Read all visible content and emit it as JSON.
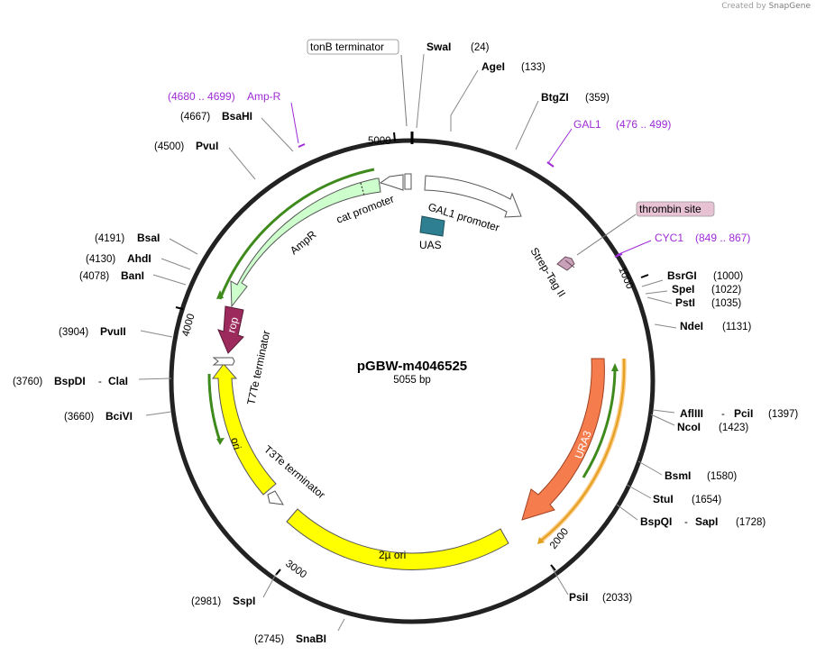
{
  "brand": {
    "created_by": "Created by",
    "product": "SnapGene"
  },
  "plasmid": {
    "name": "pGBW-m4046525",
    "length_label": "5055 bp"
  },
  "colors": {
    "backbone": "#222222",
    "primer": "#9d2bd6",
    "gal1_promoter": "#ffffff",
    "uas": "#2e7f91",
    "strep_tag": "#c9a2b9",
    "ura3": "#f57d4d",
    "two_micron_ori": "#ffff00",
    "ori": "#ffff00",
    "rop": "#9d2a5c",
    "ampr": "#ccffcc",
    "thrombin_bg": "#e6c2d3",
    "orf_line": "#55aa22"
  },
  "ticks": [
    {
      "label": "1000"
    },
    {
      "label": "2000"
    },
    {
      "label": "3000"
    },
    {
      "label": "4000"
    },
    {
      "label": "5000"
    }
  ],
  "sites": [
    {
      "name": "SwaI",
      "pos": "(24)"
    },
    {
      "name": "AgeI",
      "pos": "(133)"
    },
    {
      "name": "BtgZI",
      "pos": "(359)"
    },
    {
      "name": "BsrGI",
      "pos": "(1000)"
    },
    {
      "name": "SpeI",
      "pos": "(1022)"
    },
    {
      "name": "PstI",
      "pos": "(1035)"
    },
    {
      "name": "NdeI",
      "pos": "(1131)"
    },
    {
      "name": "AflIII",
      "sep": "-",
      "name2": "PciI",
      "pos": "(1397)"
    },
    {
      "name": "NcoI",
      "pos": "(1423)"
    },
    {
      "name": "BsmI",
      "pos": "(1580)"
    },
    {
      "name": "StuI",
      "pos": "(1654)"
    },
    {
      "name": "BspQI",
      "sep": "-",
      "name2": "SapI",
      "pos": "(1728)"
    },
    {
      "name": "PsiI",
      "pos": "(2033)"
    },
    {
      "name": "SnaBI",
      "pos": "(2745)"
    },
    {
      "name": "SspI",
      "pos": "(2981)"
    },
    {
      "name": "BciVI",
      "pos": "(3660)"
    },
    {
      "name": "BspDI",
      "sep": "-",
      "name2": "ClaI",
      "pos": "(3760)"
    },
    {
      "name": "PvuII",
      "pos": "(3904)"
    },
    {
      "name": "BanI",
      "pos": "(4078)"
    },
    {
      "name": "AhdI",
      "pos": "(4130)"
    },
    {
      "name": "BsaI",
      "pos": "(4191)"
    },
    {
      "name": "PvuI",
      "pos": "(4500)"
    },
    {
      "name": "BsaHI",
      "pos": "(4667)"
    }
  ],
  "primers": [
    {
      "name": "Amp-R",
      "range": "(4680 .. 4699)"
    },
    {
      "name": "GAL1",
      "range": "(476 .. 499)"
    },
    {
      "name": "CYC1",
      "range": "(849 .. 867)"
    }
  ],
  "features": {
    "gal1_promoter": "GAL1 promoter",
    "uas": "UAS",
    "strep_tag": "Strep-Tag II",
    "thrombin": "thrombin site",
    "ura3": "URA3",
    "two_micron_ori": "2µ ori",
    "t3te": "T3Te terminator",
    "ori": "ori",
    "t7te": "T7Te terminator",
    "rop": "rop",
    "ampr": "AmpR",
    "cat_promoter": "cat promoter",
    "tonb": "tonB terminator"
  }
}
